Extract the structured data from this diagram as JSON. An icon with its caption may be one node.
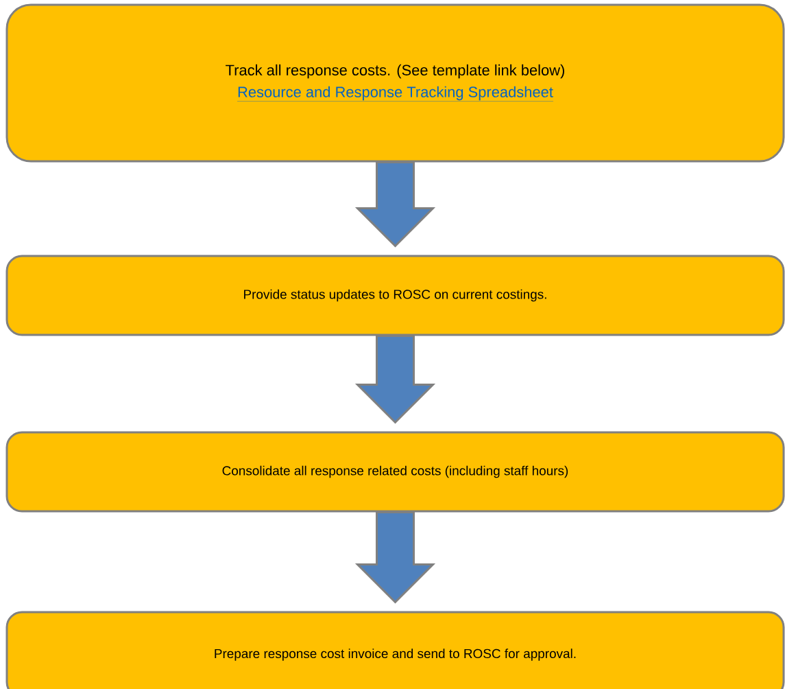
{
  "diagram": {
    "nodes": [
      {
        "text": [
          "Track all response costs. (See template link below)",
          "Resource and Response Tracking Spreadsheet"
        ]
      },
      {
        "text": [
          "Provide status updates to ROSC on current costings."
        ]
      },
      {
        "text": [
          "Consolidate all response related costs (including staff hours)"
        ]
      },
      {
        "text": [
          "Prepare response cost invoice and send to ROSC for approval."
        ]
      }
    ],
    "edges": [
      {
        "from": 0,
        "to": 1,
        "arrow": "to"
      },
      {
        "from": 1,
        "to": 2,
        "arrow": "to"
      },
      {
        "from": 2,
        "to": 3,
        "arrow": "to"
      }
    ]
  }
}
